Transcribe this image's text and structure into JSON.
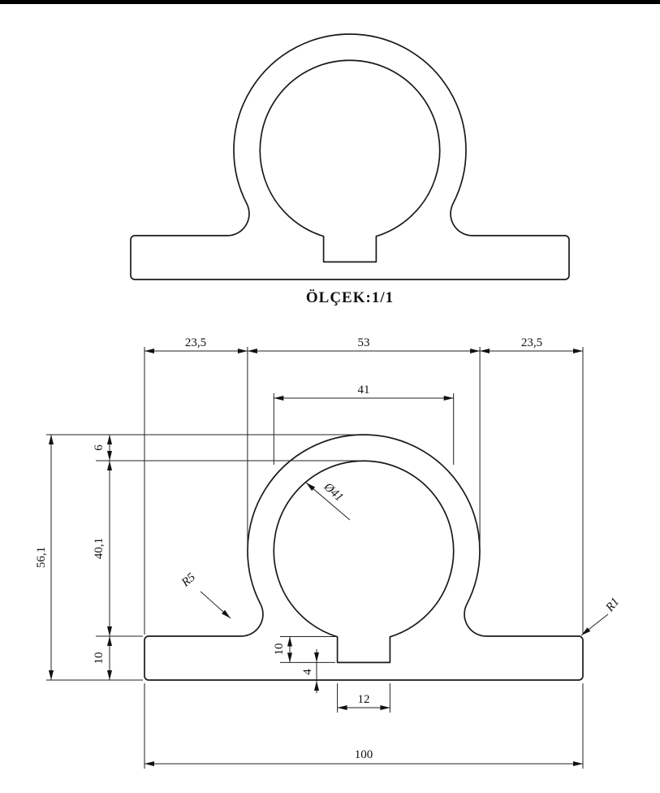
{
  "drawing": {
    "scale_label": "ÖLÇEK:1/1",
    "dims": {
      "left_margin": "23,5",
      "ring_width": "53",
      "right_margin": "23,5",
      "inner_width": "41",
      "inner_diameter": "Ø41",
      "rim_thickness": "6",
      "inner_height": "40,1",
      "total_height": "56,1",
      "base_height": "10",
      "fillet_radius": "R5",
      "corner_radius": "R1",
      "slot_depth": "10",
      "slot_bottom_thickness": "4",
      "slot_width": "12",
      "total_width": "100"
    }
  }
}
